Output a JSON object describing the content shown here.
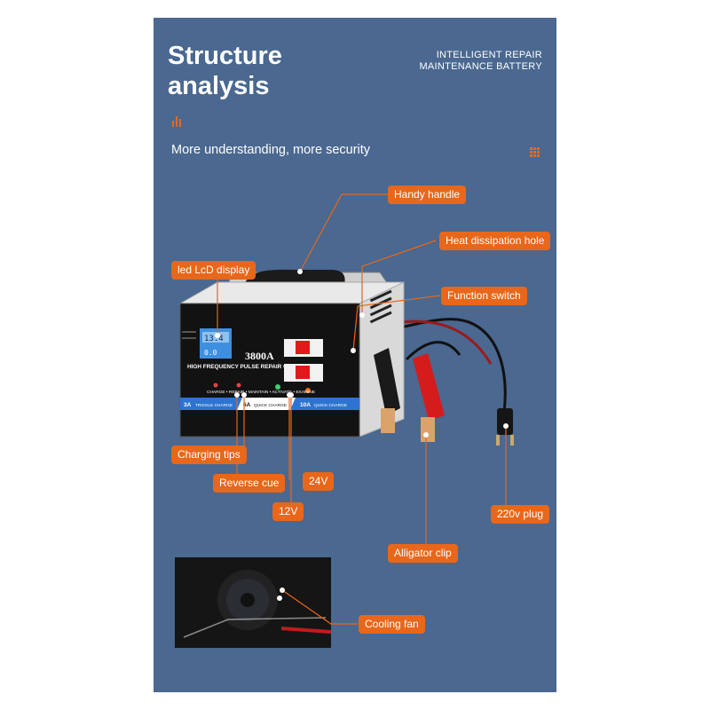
{
  "header": {
    "title_line1": "Structure",
    "title_line2": "analysis",
    "tagline_line1": "INTELLIGENT REPAIR",
    "tagline_line2": "MAINTENANCE BATTERY",
    "subtitle": "More understanding, more security"
  },
  "product": {
    "model": "3800A",
    "panel_title": "HIGH FREQUENCY PULSE REPAIR CHARGER",
    "mode_strip": "CHARGE • REPAIR • MAINTAIN • ACTIVATE • EXAMINE",
    "band_1": "3A",
    "band_1_text": "TRICKLE CHARGE",
    "band_2": "6A",
    "band_2_text": "QUICK CHARGE",
    "band_3": "10A",
    "band_3_text": "QUICK CHARGE"
  },
  "callouts": {
    "handy_handle": "Handy handle",
    "heat_dissipation": "Heat dissipation hole",
    "led_display": "led LcD display",
    "function_switch": "Function switch",
    "charging_tips": "Charging tips",
    "reverse_cue": "Reverse cue",
    "v24": "24V",
    "v12": "12V",
    "plug": "220v plug",
    "alligator": "Alligator clip",
    "cooling_fan": "Cooling fan"
  },
  "colors": {
    "panel_bg": "#4a6890",
    "accent": "#e8671a",
    "text": "#ffffff"
  }
}
